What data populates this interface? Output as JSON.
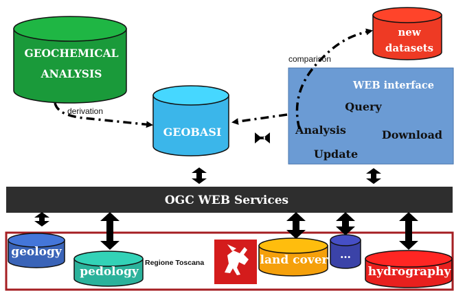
{
  "colors": {
    "geochem_green": "#1a9a3a",
    "geobasi_blue": "#3bb6ea",
    "new_datasets_red": "#ee3a24",
    "web_interface_blue": "#6b9bd4",
    "ogc_bar": "#2e2e2e",
    "frame_red": "#a51e22",
    "geology_blue": "#3a64b8",
    "pedology_teal": "#2bb29b",
    "land_cover_orange": "#f5a00b",
    "dots_blue": "#3b43a8",
    "hydrography_red": "#e8201e"
  },
  "nodes": {
    "geochemical_line1": "GEOCHEMICAL",
    "geochemical_line2": "ANALYSIS",
    "geobasi": "GEOBASI",
    "new_datasets_line1": "new",
    "new_datasets_line2": "datasets",
    "web_interface_title": "WEB interface",
    "query": "Query",
    "analysis": "Analysis",
    "download": "Download",
    "update": "Update",
    "ogc": "OGC WEB Services",
    "geology": "geology",
    "pedology": "pedology",
    "regione_toscana": "Regione Toscana",
    "land_cover": "land cover",
    "ellipsis": "…",
    "hydrography": "hydrography"
  },
  "edges": {
    "derivation": "derivation",
    "comparison": "comparison"
  }
}
